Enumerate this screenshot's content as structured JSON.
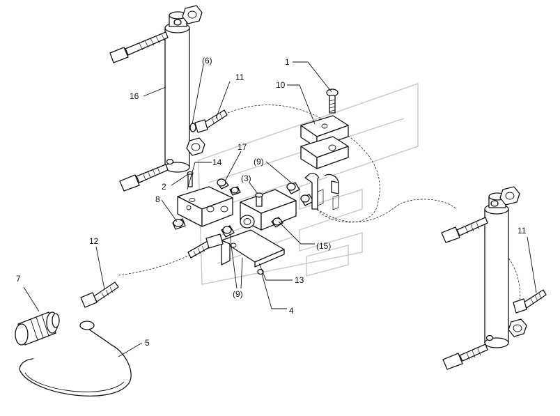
{
  "diagram": {
    "type": "exploded parts diagram",
    "callouts": [
      {
        "id": "c16",
        "label": "16"
      },
      {
        "id": "c6",
        "label": "(6)"
      },
      {
        "id": "c11a",
        "label": "11"
      },
      {
        "id": "c1",
        "label": "1"
      },
      {
        "id": "c10",
        "label": "10"
      },
      {
        "id": "c17",
        "label": "17"
      },
      {
        "id": "c14",
        "label": "14"
      },
      {
        "id": "c9a",
        "label": "(9)"
      },
      {
        "id": "c2",
        "label": "2"
      },
      {
        "id": "c3",
        "label": "(3)"
      },
      {
        "id": "c8",
        "label": "8"
      },
      {
        "id": "c15",
        "label": "(15)"
      },
      {
        "id": "c12",
        "label": "12"
      },
      {
        "id": "c13",
        "label": "13"
      },
      {
        "id": "c9b",
        "label": "(9)"
      },
      {
        "id": "c4",
        "label": "4"
      },
      {
        "id": "c7",
        "label": "7"
      },
      {
        "id": "c5",
        "label": "5"
      },
      {
        "id": "c11b",
        "label": "11"
      }
    ]
  }
}
